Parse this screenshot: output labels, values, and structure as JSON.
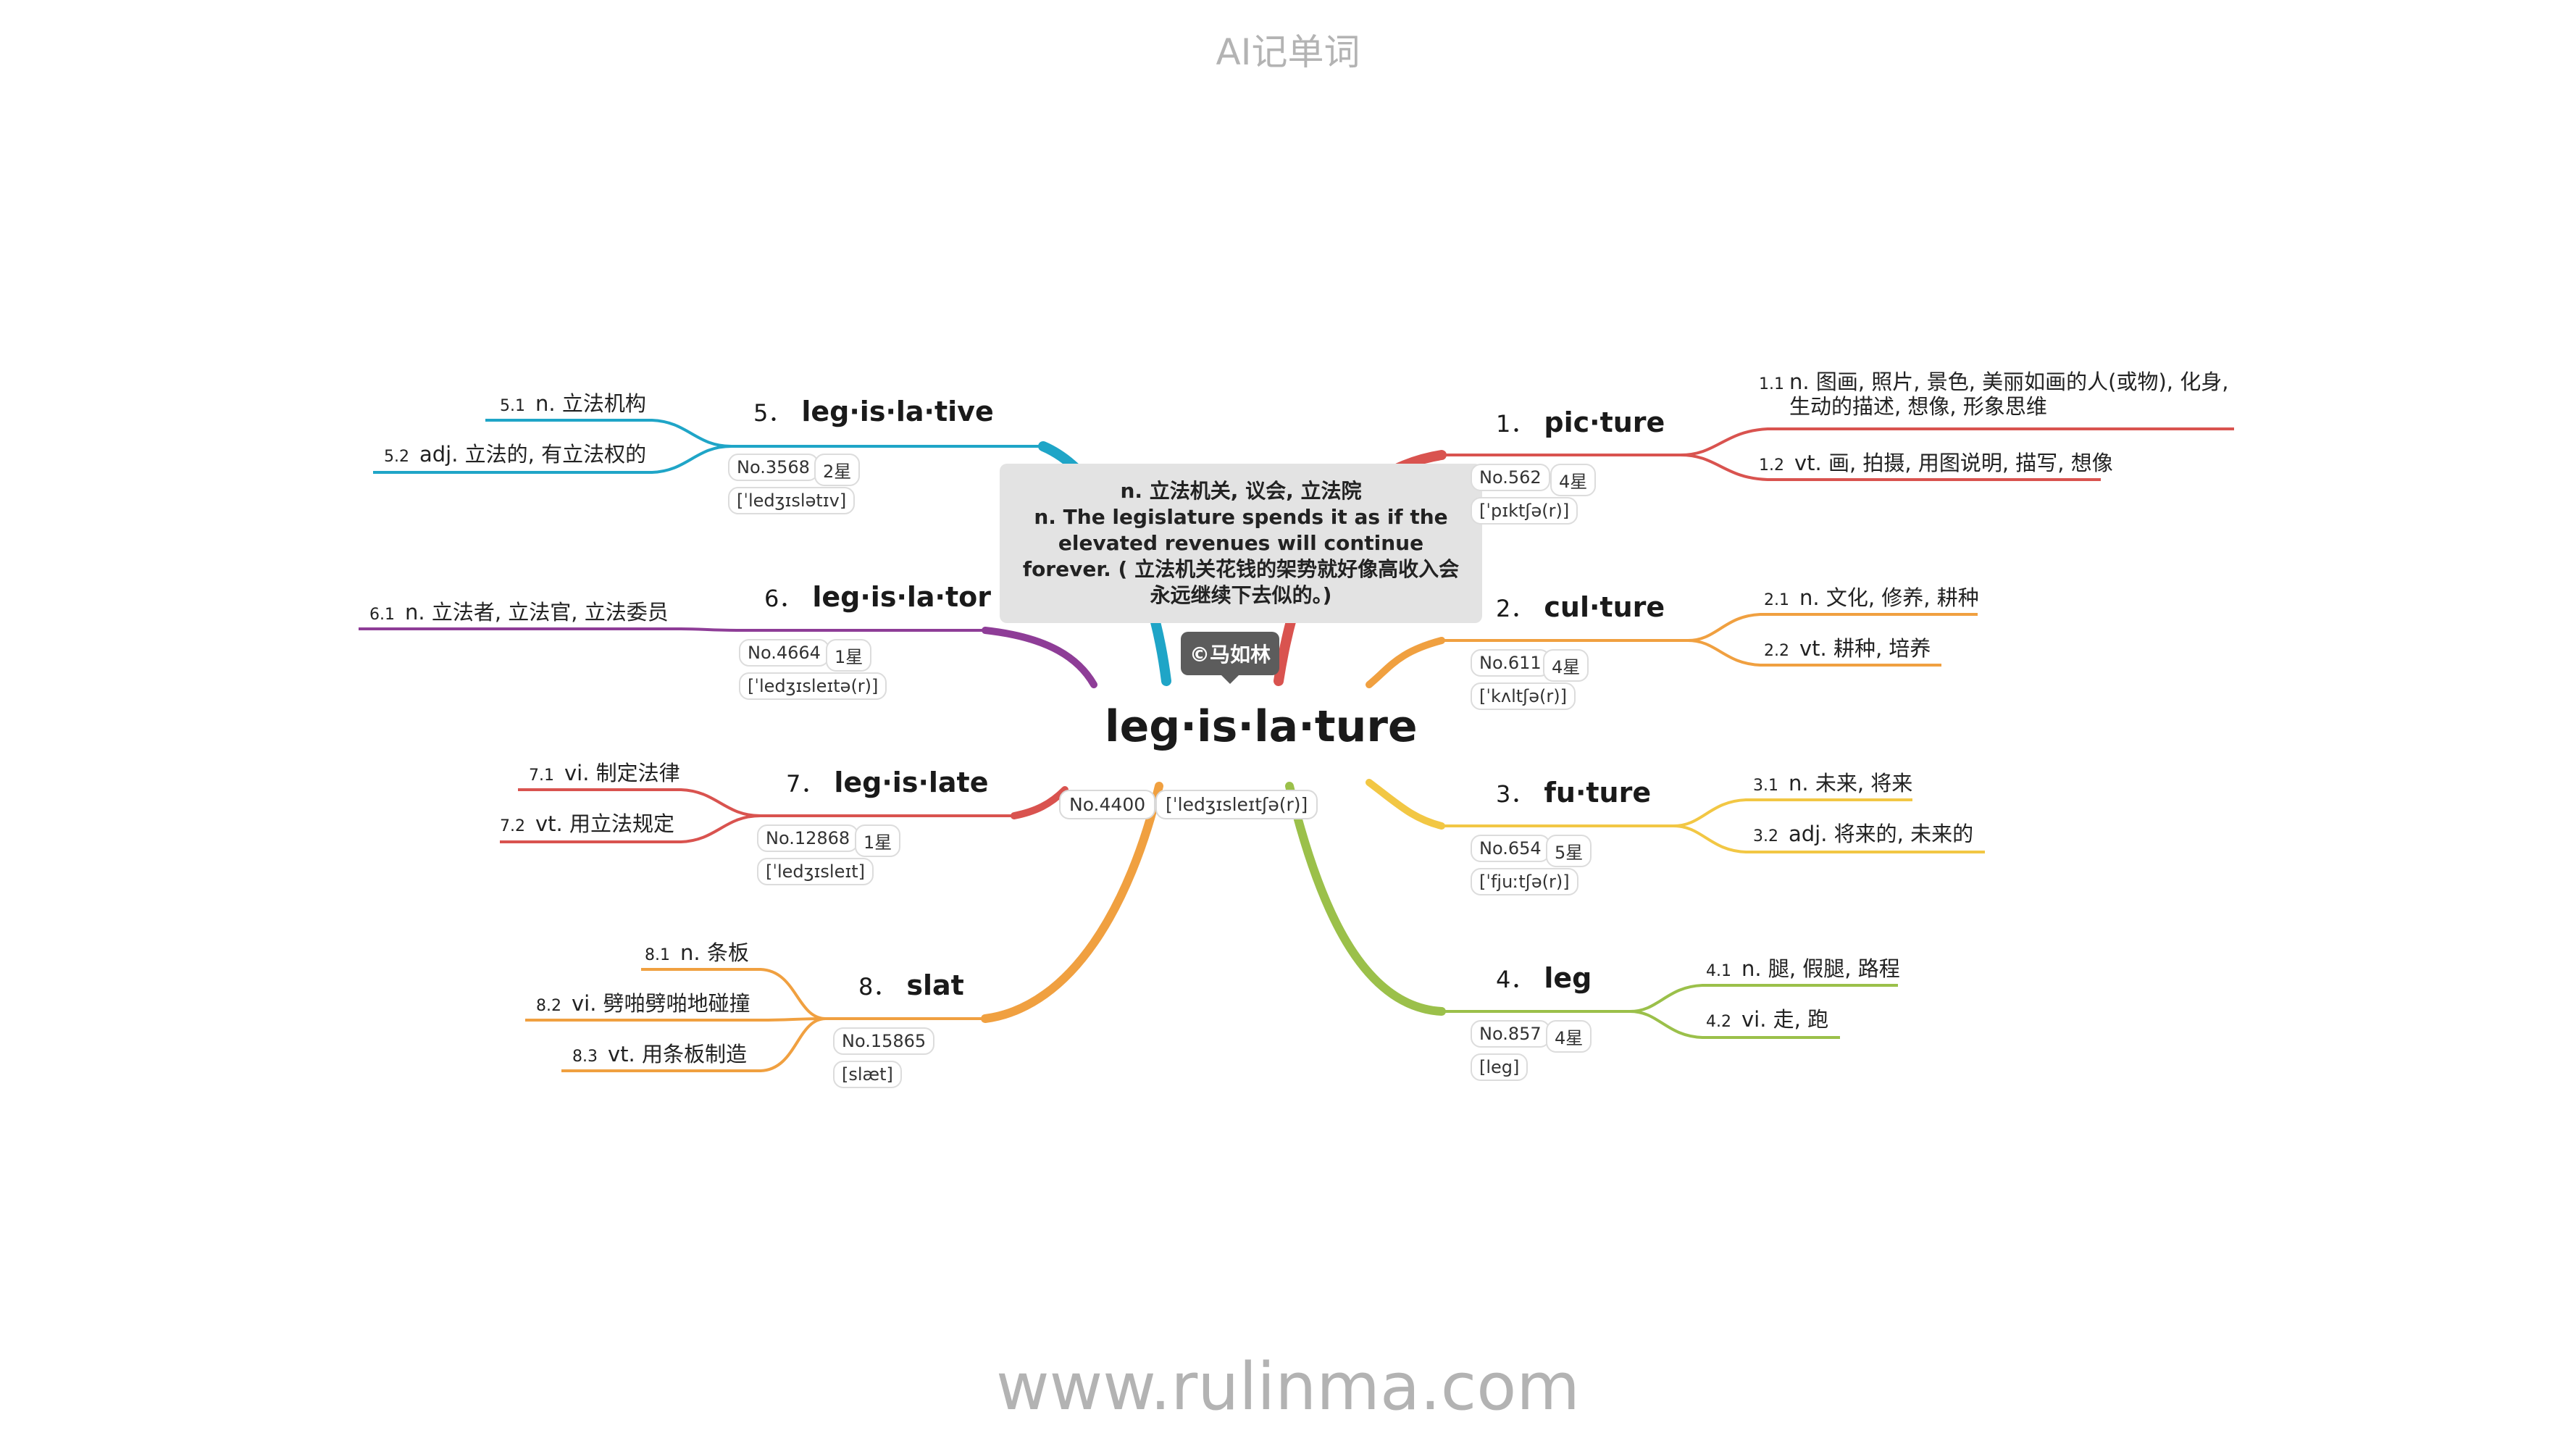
{
  "header": "AI记单词",
  "footer": "www.rulinma.com",
  "colors": {
    "picture": "#d9534f",
    "culture": "#f0a040",
    "future": "#f2c744",
    "leg": "#9bc04a",
    "legislative": "#1fa5c7",
    "legislator": "#8e3d97",
    "legislate": "#d9534f",
    "slat": "#f0a040"
  },
  "center": {
    "word": "leg·is·la·ture",
    "no": "No.4400",
    "phonetic": "[ˈledʒɪsleɪtʃə(r)]",
    "definition": "n. 立法机关, 议会, 立法院",
    "example": "n. The legislature spends it as if the elevated revenues will continue forever. ( 立法机关花钱的架势就好像高收入会永远继续下去似的。)",
    "author": "©马如林"
  },
  "branches": [
    {
      "num": "1．",
      "word": "pic·ture",
      "no": "No.562",
      "star": "4星",
      "phonetic": "[ˈpɪktʃə(r)]",
      "senses": [
        {
          "num": "1.1",
          "text": "n. 图画, 照片, 景色, 美丽如画的人(或物), 化身, 生动的描述, 想像, 形象思维"
        },
        {
          "num": "1.2",
          "text": "vt. 画, 拍摄, 用图说明, 描写, 想像"
        }
      ]
    },
    {
      "num": "2．",
      "word": "cul·ture",
      "no": "No.611",
      "star": "4星",
      "phonetic": "[ˈkʌltʃə(r)]",
      "senses": [
        {
          "num": "2.1",
          "text": "n. 文化, 修养, 耕种"
        },
        {
          "num": "2.2",
          "text": "vt. 耕种, 培养"
        }
      ]
    },
    {
      "num": "3．",
      "word": "fu·ture",
      "no": "No.654",
      "star": "5星",
      "phonetic": "[ˈfjuːtʃə(r)]",
      "senses": [
        {
          "num": "3.1",
          "text": "n. 未来, 将来"
        },
        {
          "num": "3.2",
          "text": "adj. 将来的, 未来的"
        }
      ]
    },
    {
      "num": "4．",
      "word": "leg",
      "no": "No.857",
      "star": "4星",
      "phonetic": "[leg]",
      "senses": [
        {
          "num": "4.1",
          "text": "n. 腿, 假腿, 路程"
        },
        {
          "num": "4.2",
          "text": "vi. 走, 跑"
        }
      ]
    },
    {
      "num": "5．",
      "word": "leg·is·la·tive",
      "no": "No.3568",
      "star": "2星",
      "phonetic": "[ˈledʒɪslətɪv]",
      "senses": [
        {
          "num": "5.1",
          "text": "n. 立法机构"
        },
        {
          "num": "5.2",
          "text": "adj. 立法的, 有立法权的"
        }
      ]
    },
    {
      "num": "6．",
      "word": "leg·is·la·tor",
      "no": "No.4664",
      "star": "1星",
      "phonetic": "[ˈledʒɪsleɪtə(r)]",
      "senses": [
        {
          "num": "6.1",
          "text": "n. 立法者, 立法官, 立法委员"
        }
      ]
    },
    {
      "num": "7．",
      "word": "leg·is·late",
      "no": "No.12868",
      "star": "1星",
      "phonetic": "[ˈledʒɪsleɪt]",
      "senses": [
        {
          "num": "7.1",
          "text": "vi. 制定法律"
        },
        {
          "num": "7.2",
          "text": "vt. 用立法规定"
        }
      ]
    },
    {
      "num": "8．",
      "word": "slat",
      "no": "No.15865",
      "phonetic": "[slæt]",
      "senses": [
        {
          "num": "8.1",
          "text": "n. 条板"
        },
        {
          "num": "8.2",
          "text": "vi. 劈啪劈啪地碰撞"
        },
        {
          "num": "8.3",
          "text": "vt. 用条板制造"
        }
      ]
    }
  ]
}
